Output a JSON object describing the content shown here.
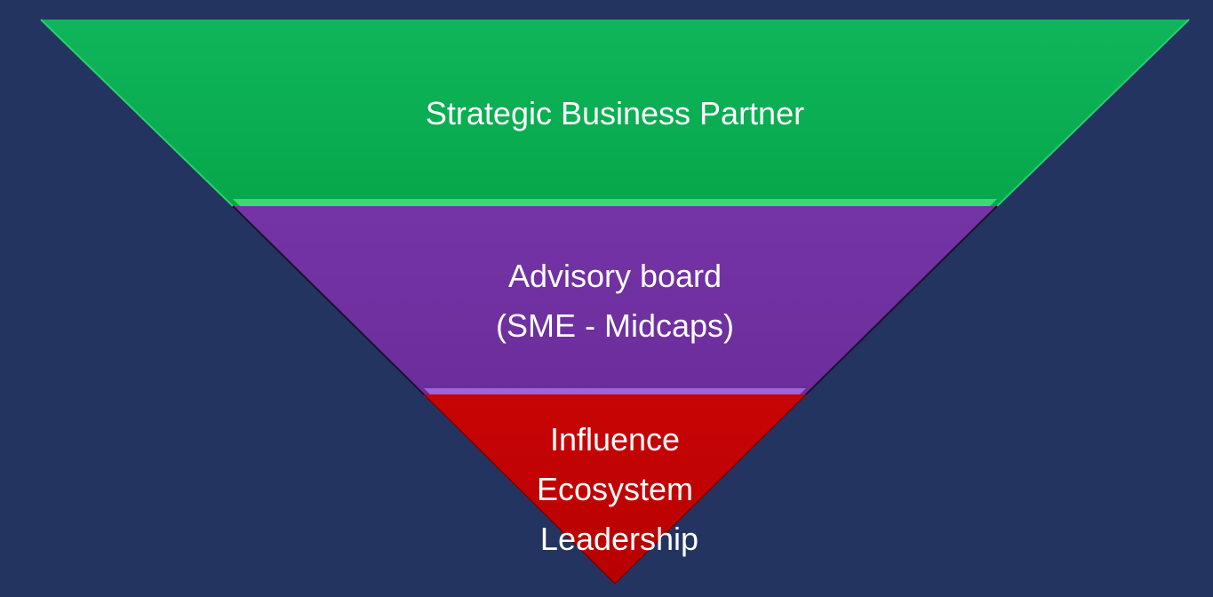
{
  "colors": {
    "background": "#243461",
    "tier_top": "#0aae4f",
    "tier_top_edge": "#3fe07f",
    "tier_middle": "#7030a0",
    "tier_middle_edge": "#a56ae0",
    "tier_bottom": "#c00000",
    "tier_bottom_edge": "#e03030",
    "text": "#ffffff"
  },
  "funnel": {
    "tiers": [
      {
        "lines": [
          "Strategic Business Partner"
        ]
      },
      {
        "lines": [
          "Advisory board",
          "(SME - Midcaps)"
        ]
      },
      {
        "lines": [
          "Influence",
          "Ecosystem",
          "Leadership"
        ]
      }
    ]
  }
}
